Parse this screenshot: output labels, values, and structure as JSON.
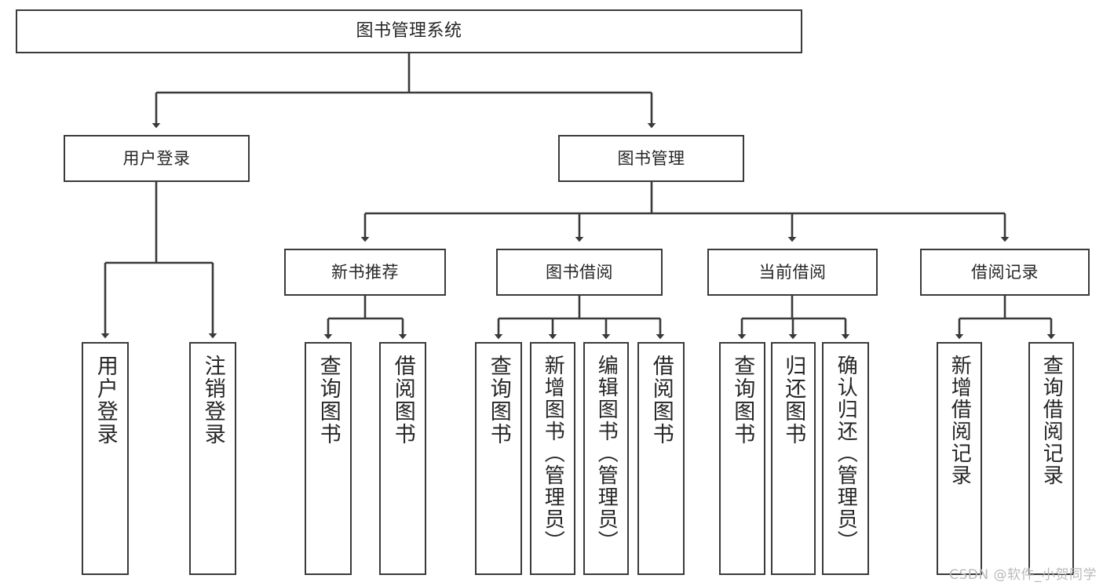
{
  "diagram": {
    "title": "图书管理系统",
    "watermark": "CSDN @软件_小贺同学",
    "line_color": "#3a3a3a",
    "box_fill": "#ffffff",
    "text_color": "#262626",
    "watermark_color": "#b9b9b9"
  },
  "nodes": {
    "root": {
      "label": "图书管理系统"
    },
    "level2": [
      {
        "label": "用户登录"
      },
      {
        "label": "图书管理"
      }
    ],
    "level3": [
      {
        "label": "新书推荐"
      },
      {
        "label": "图书借阅"
      },
      {
        "label": "当前借阅"
      },
      {
        "label": "借阅记录"
      }
    ],
    "leaves": {
      "user_login": [
        {
          "label": "用户登录"
        },
        {
          "label": "注销登录"
        }
      ],
      "new_book": [
        {
          "label": "查询图书"
        },
        {
          "label": "借阅图书"
        }
      ],
      "book_borrow": [
        {
          "label": "查询图书"
        },
        {
          "label": "新增图书（管理员）"
        },
        {
          "label": "编辑图书（管理员）"
        },
        {
          "label": "借阅图书"
        }
      ],
      "current_borrow": [
        {
          "label": "查询图书"
        },
        {
          "label": "归还图书"
        },
        {
          "label": "确认归还（管理员）"
        }
      ],
      "borrow_record": [
        {
          "label": "新增借阅记录"
        },
        {
          "label": "查询借阅记录"
        }
      ]
    }
  },
  "chart_data": {
    "type": "tree",
    "title": "图书管理系统",
    "tree": {
      "label": "图书管理系统",
      "children": [
        {
          "label": "用户登录",
          "children": [
            {
              "label": "用户登录"
            },
            {
              "label": "注销登录"
            }
          ]
        },
        {
          "label": "图书管理",
          "children": [
            {
              "label": "新书推荐",
              "children": [
                {
                  "label": "查询图书"
                },
                {
                  "label": "借阅图书"
                }
              ]
            },
            {
              "label": "图书借阅",
              "children": [
                {
                  "label": "查询图书"
                },
                {
                  "label": "新增图书（管理员）"
                },
                {
                  "label": "编辑图书（管理员）"
                },
                {
                  "label": "借阅图书"
                }
              ]
            },
            {
              "label": "当前借阅",
              "children": [
                {
                  "label": "查询图书"
                },
                {
                  "label": "归还图书"
                },
                {
                  "label": "确认归还（管理员）"
                }
              ]
            },
            {
              "label": "借阅记录",
              "children": [
                {
                  "label": "新增借阅记录"
                },
                {
                  "label": "查询借阅记录"
                }
              ]
            }
          ]
        }
      ]
    }
  }
}
